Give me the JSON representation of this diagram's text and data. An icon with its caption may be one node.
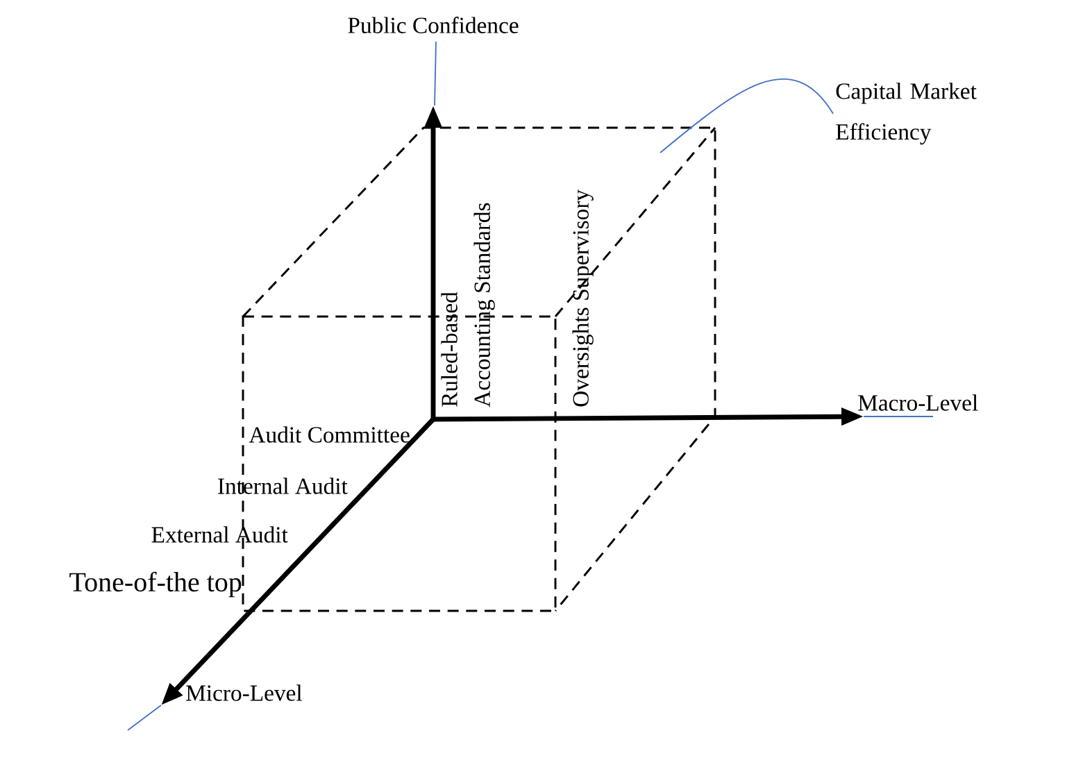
{
  "diagram": {
    "nodes": [
      {
        "text": [],
        "shape": "box"
      },
      {
        "text": [
          "Capital Market Efficiency"
        ]
      }
    ],
    "edges": [
      {
        "from": 1,
        "to": 0,
        "arrow": "none",
        "color": "#4472c4"
      }
    ],
    "labels": [
      "Public Confidence",
      "Ruled-based",
      "Accounting Standards",
      "Oversights Supervisory",
      "Macro-Level",
      "Audit Committee",
      "Internal Audit",
      "External Audit",
      "Tone-of-the top",
      "Micro-Level"
    ]
  }
}
